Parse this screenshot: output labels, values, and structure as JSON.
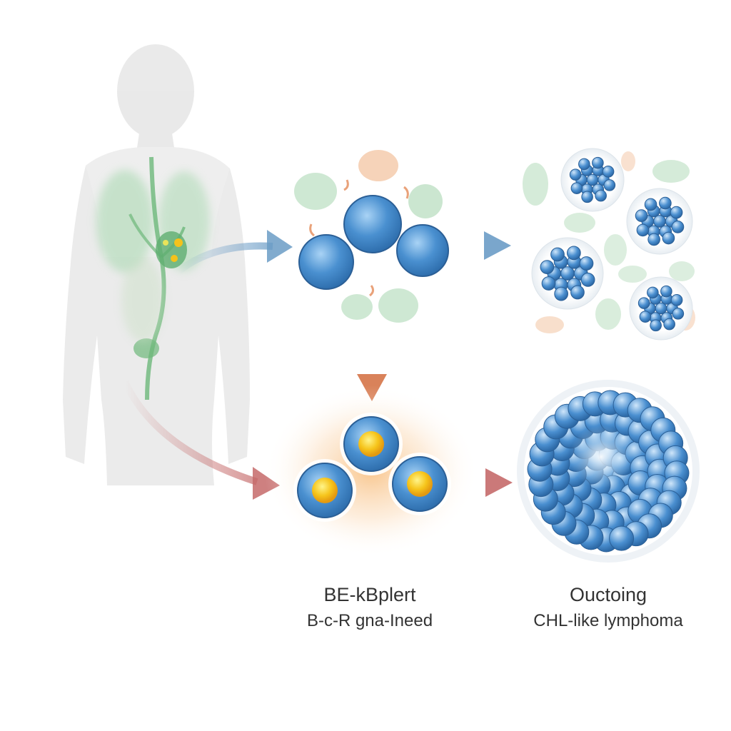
{
  "captions": {
    "left_title": "BE-kBplert",
    "left_sub": "B-c-R gna-Ineed",
    "right_title": "Ouctoing",
    "right_sub": "CHL-like lymphoma"
  },
  "colors": {
    "cell_blue": "#3f86c9",
    "cell_highlight": "#a9d3f5",
    "nucleus_yellow": "#f4c21b",
    "glow_orange": "#f7b46a",
    "body_gray": "#e4e4e4",
    "organ_green": "#8cc99a",
    "arrow_blue": "#6b9cc6",
    "arrow_red": "#c56a6a",
    "arrow_orange": "#d9825a"
  }
}
